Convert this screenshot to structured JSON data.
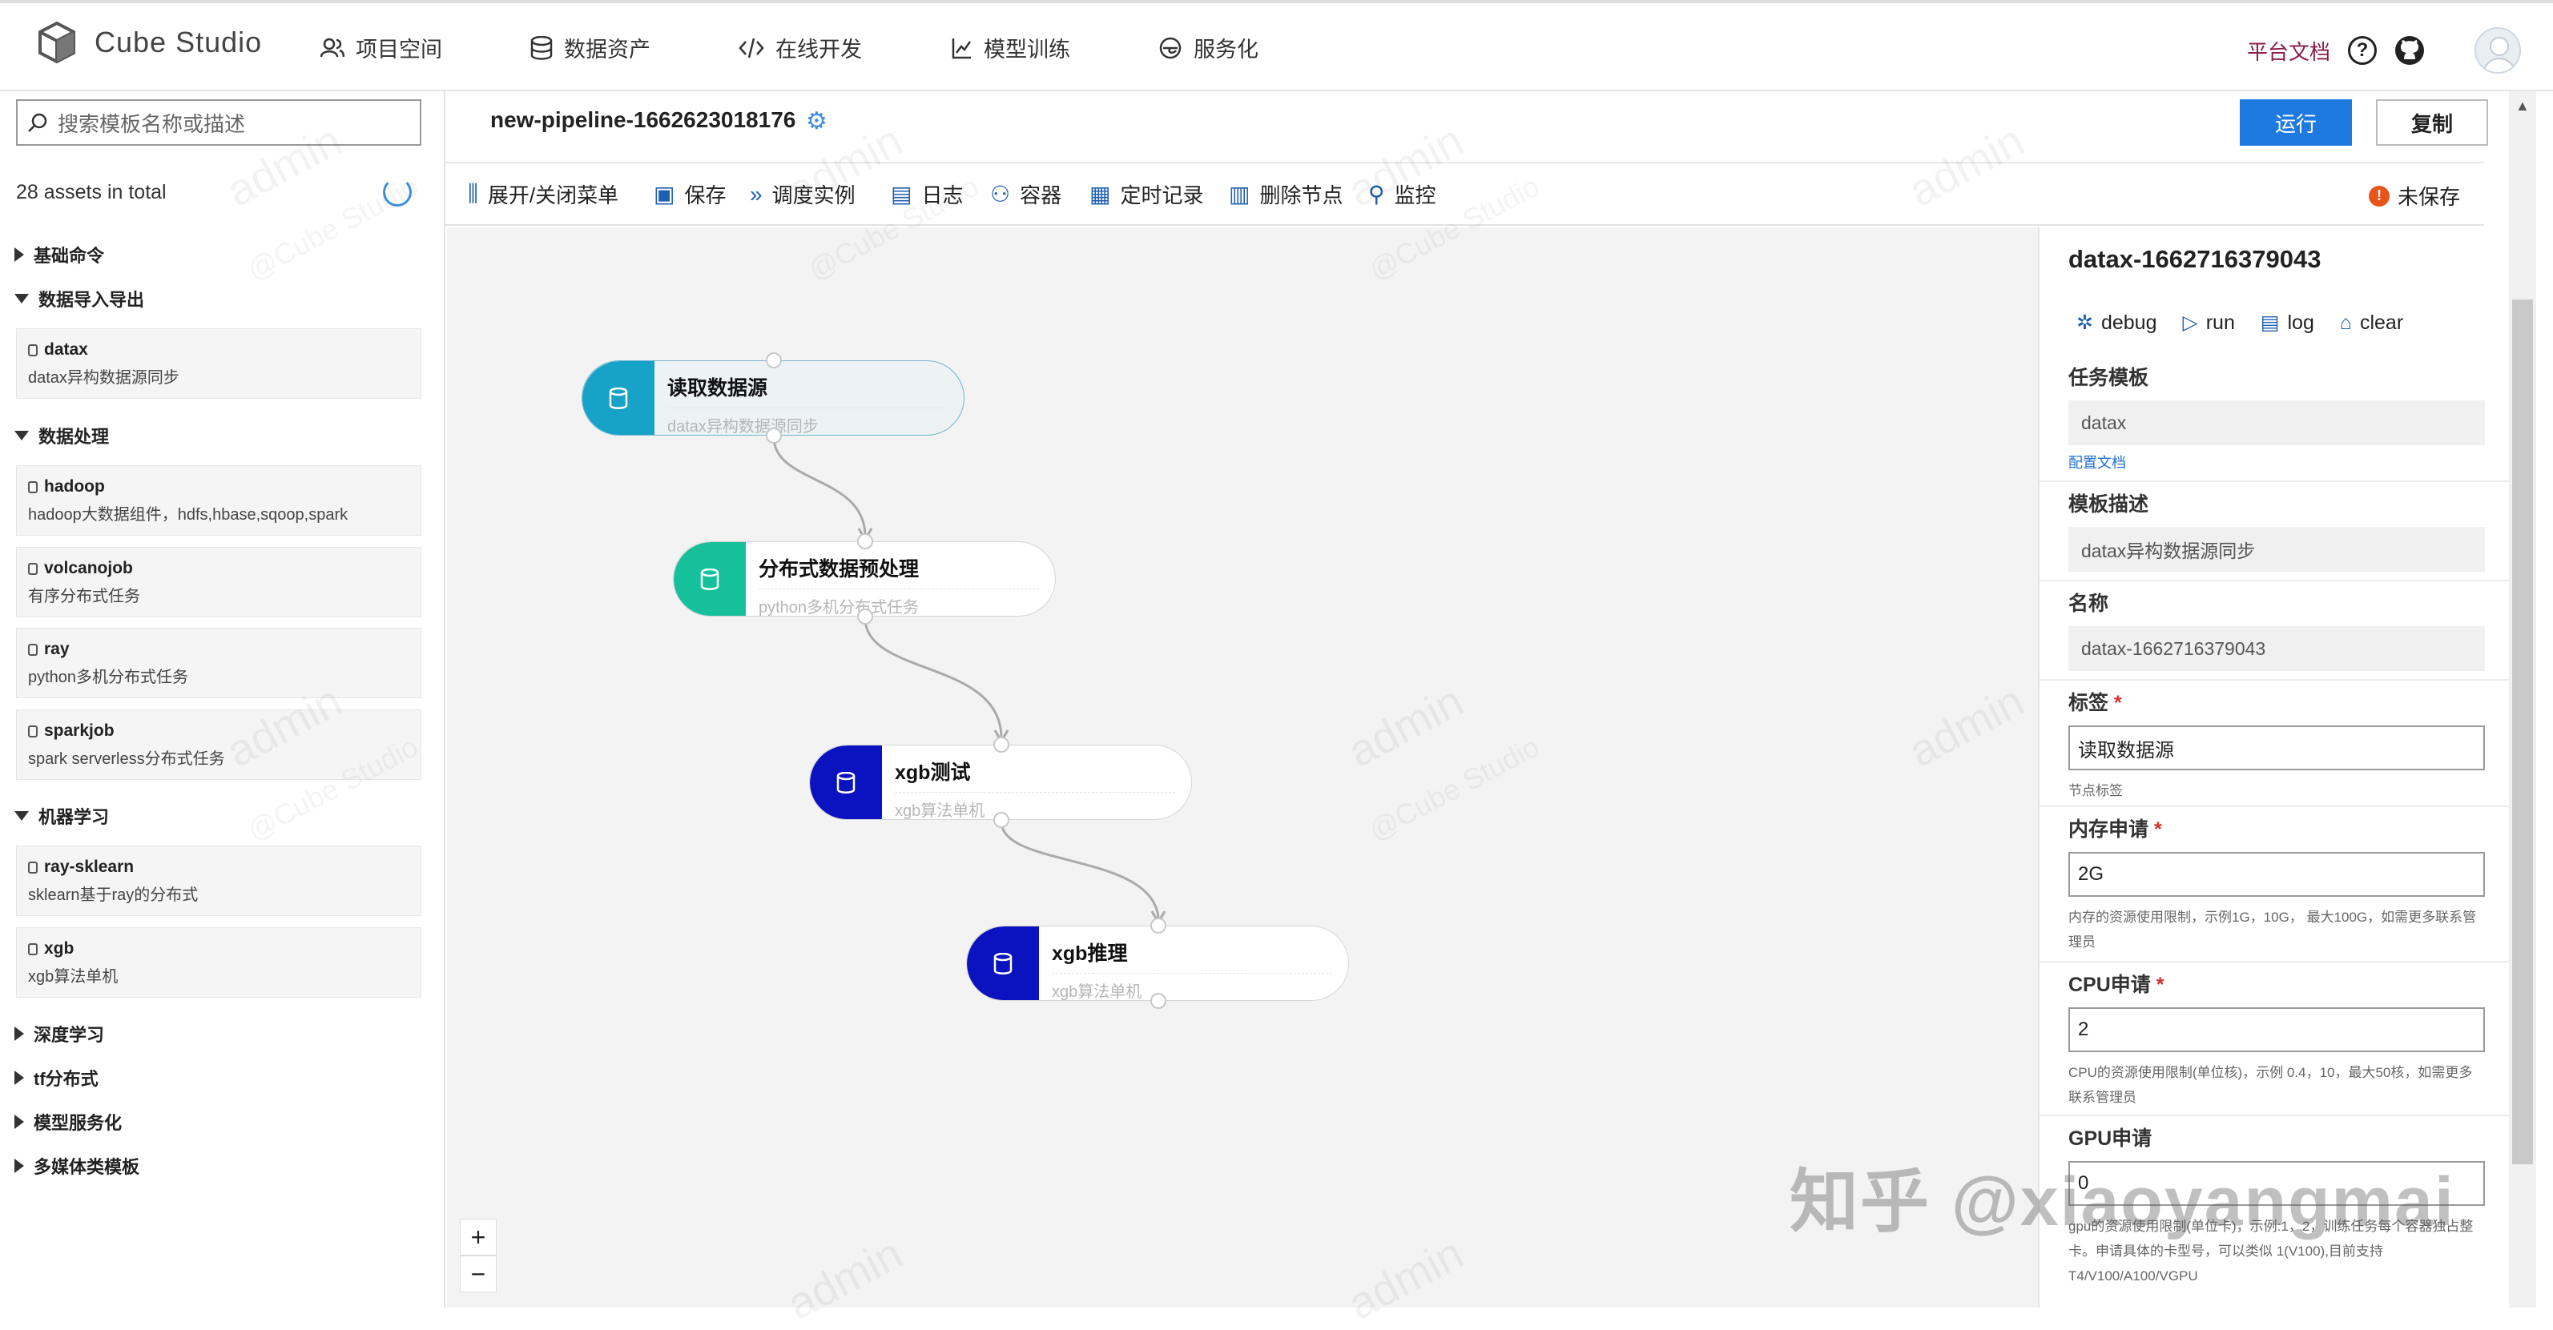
{
  "app": {
    "name": "Cube Studio"
  },
  "nav": [
    {
      "label": "项目空间",
      "icon": "users-icon"
    },
    {
      "label": "数据资产",
      "icon": "database-icon"
    },
    {
      "label": "在线开发",
      "icon": "code-icon"
    },
    {
      "label": "模型训练",
      "icon": "train-icon"
    },
    {
      "label": "服务化",
      "icon": "service-icon"
    }
  ],
  "header": {
    "docs_label": "平台文档"
  },
  "sidebar": {
    "search_placeholder": "搜索模板名称或描述",
    "total": "28 assets in total",
    "categories": [
      {
        "label": "基础命令",
        "expanded": false
      },
      {
        "label": "数据导入导出",
        "expanded": true
      },
      {
        "label": "数据处理",
        "expanded": true
      },
      {
        "label": "机器学习",
        "expanded": true
      },
      {
        "label": "深度学习",
        "expanded": false
      },
      {
        "label": "tf分布式",
        "expanded": false
      },
      {
        "label": "模型服务化",
        "expanded": false
      },
      {
        "label": "多媒体类模板",
        "expanded": false
      }
    ],
    "templates": [
      {
        "name": "datax",
        "desc": "datax异构数据源同步"
      },
      {
        "name": "hadoop",
        "desc": "hadoop大数据组件，hdfs,hbase,sqoop,spark"
      },
      {
        "name": "volcanojob",
        "desc": "有序分布式任务"
      },
      {
        "name": "ray",
        "desc": "python多机分布式任务"
      },
      {
        "name": "sparkjob",
        "desc": "spark serverless分布式任务"
      },
      {
        "name": "ray-sklearn",
        "desc": "sklearn基于ray的分布式"
      },
      {
        "name": "xgb",
        "desc": "xgb算法单机"
      }
    ]
  },
  "pipeline": {
    "title": "new-pipeline-1662623018176",
    "run_label": "运行",
    "copy_label": "复制"
  },
  "toolbar": {
    "items": [
      "展开/关闭菜单",
      "保存",
      "调度实例",
      "日志",
      "容器",
      "定时记录",
      "删除节点",
      "监控"
    ],
    "status": "未保存"
  },
  "canvas": {
    "watermark": "admin",
    "watermark_sub": "@Cube Studio",
    "nodes": [
      {
        "title": "读取数据源",
        "subtitle": "datax异构数据源同步",
        "color": "#17a2c8"
      },
      {
        "title": "分布式数据预处理",
        "subtitle": "python多机分布式任务",
        "color": "#16c09a"
      },
      {
        "title": "xgb测试",
        "subtitle": "xgb算法单机",
        "color": "#0b13c0"
      },
      {
        "title": "xgb推理",
        "subtitle": "xgb算法单机",
        "color": "#0b13c0"
      }
    ],
    "zoom_in": "+",
    "zoom_out": "−"
  },
  "panel": {
    "title": "datax-1662716379043",
    "actions": [
      "debug",
      "run",
      "log",
      "clear"
    ],
    "template_label": "任务模板",
    "template_value": "datax",
    "template_link": "配置文档",
    "desc_label": "模板描述",
    "desc_value": "datax异构数据源同步",
    "name_label": "名称",
    "name_value": "datax-1662716379043",
    "tag_label": "标签",
    "tag_value": "读取数据源",
    "tag_hint": "节点标签",
    "mem_label": "内存申请",
    "mem_value": "2G",
    "mem_hint": "内存的资源使用限制，示例1G，10G， 最大100G，如需更多联系管理员",
    "cpu_label": "CPU申请",
    "cpu_value": "2",
    "cpu_hint": "CPU的资源使用限制(单位核)，示例 0.4，10，最大50核，如需更多联系管理员",
    "gpu_label": "GPU申请",
    "gpu_value": "0",
    "gpu_hint": "gpu的资源使用限制(单位卡)，示例:1，2，训练任务每个容器独占整卡。申请具体的卡型号，可以类似 1(V100),目前支持T4/V100/A100/VGPU"
  },
  "overlay_watermark": "知乎 @xiaoyangmai",
  "colors": {
    "primary": "#1f7ae0",
    "doc_link": "#8a1c4a",
    "unsaved": "#e8541c"
  }
}
